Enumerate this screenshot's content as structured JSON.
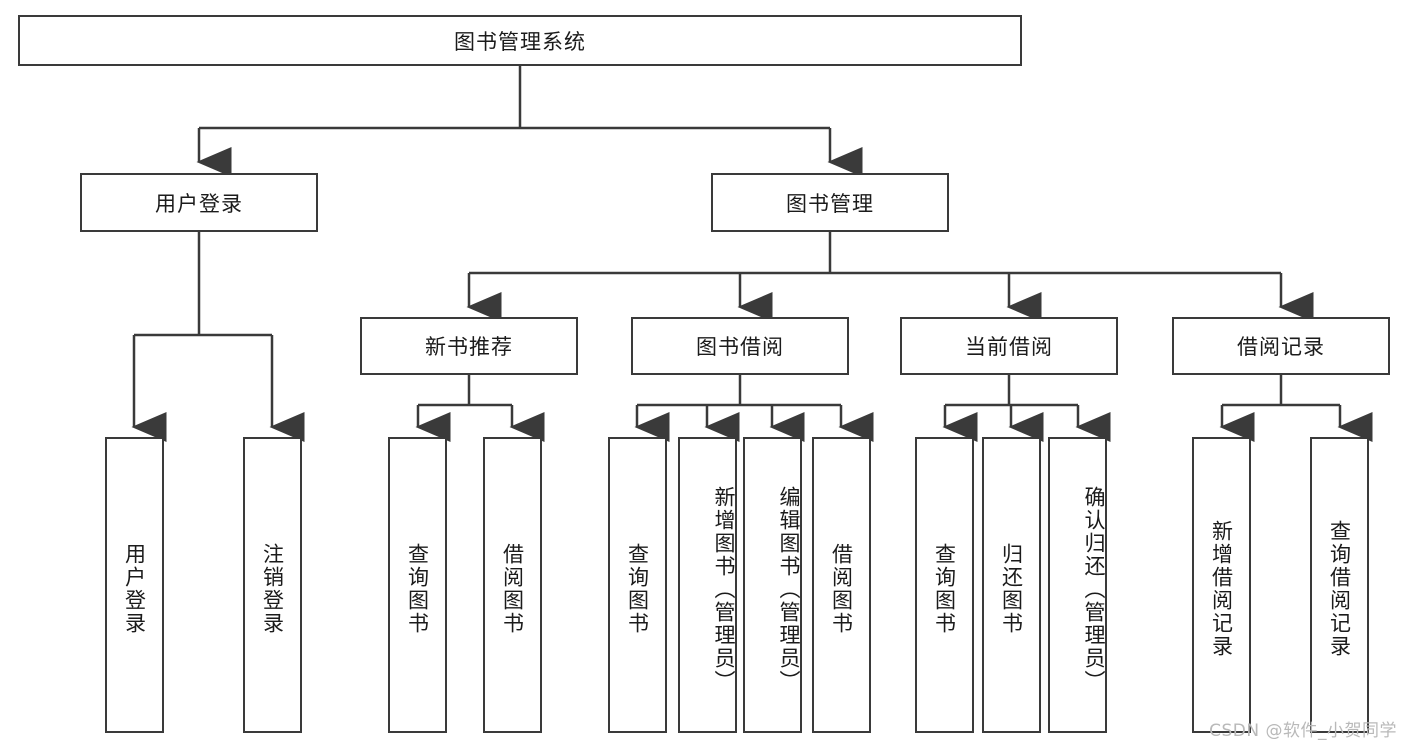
{
  "diagram": {
    "title": "图书管理系统",
    "type": "tree-hierarchy",
    "root": {
      "label": "图书管理系统"
    },
    "level2": [
      {
        "label": "用户登录"
      },
      {
        "label": "图书管理"
      }
    ],
    "level3": [
      {
        "label": "新书推荐"
      },
      {
        "label": "图书借阅"
      },
      {
        "label": "当前借阅"
      },
      {
        "label": "借阅记录"
      }
    ],
    "leaves": {
      "user_login": [
        {
          "label": "用户登录"
        },
        {
          "label": "注销登录"
        }
      ],
      "new_book_recommend": [
        {
          "label": "查询图书"
        },
        {
          "label": "借阅图书"
        }
      ],
      "book_borrow": [
        {
          "label": "查询图书"
        },
        {
          "label": "新增图书（管理员）"
        },
        {
          "label": "编辑图书（管理员）"
        },
        {
          "label": "借阅图书"
        }
      ],
      "current_borrow": [
        {
          "label": "查询图书"
        },
        {
          "label": "归还图书"
        },
        {
          "label": "确认归还（管理员）"
        }
      ],
      "borrow_record": [
        {
          "label": "新增借阅记录"
        },
        {
          "label": "查询借阅记录"
        }
      ]
    },
    "watermark": "CSDN @软件_小贺同学",
    "colors": {
      "stroke": "#3a3a3a",
      "fill": "#ffffff",
      "text": "#1b1b1b",
      "watermark": "#b9b9b9"
    }
  }
}
